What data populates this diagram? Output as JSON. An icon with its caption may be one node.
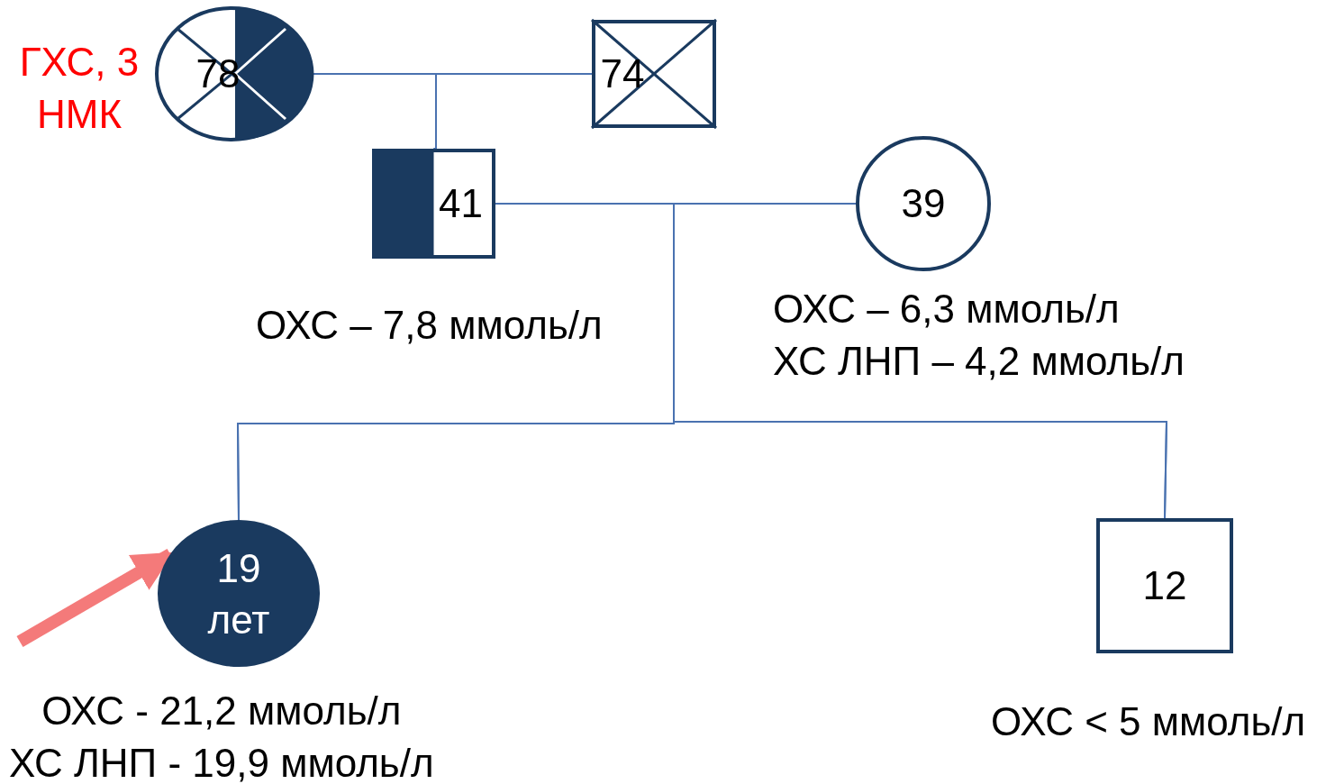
{
  "diagram": {
    "nodes": [
      {
        "text": [
          "78"
        ],
        "beside": [
          "ГХС, 3 НМК"
        ]
      },
      {
        "text": [
          "74"
        ]
      },
      {
        "text": [
          "41"
        ],
        "beside": [
          "ОХС – 7,8 ммоль/л"
        ]
      },
      {
        "text": [
          "39"
        ],
        "beside": [
          "ОХС – 6,3 ммоль/л",
          "ХС ЛНП – 4,2 ммоль/л"
        ]
      },
      {
        "text": [
          "19 лет"
        ],
        "beside": [
          "ОХС - 21,2 ммоль/л",
          "ХС ЛНП - 19,9 ммоль/л"
        ]
      },
      {
        "text": [
          "12"
        ],
        "beside": [
          "ОХС < 5 ммоль/л"
        ]
      }
    ],
    "edges": [
      {
        "from": 0,
        "to": 1,
        "arrow": "none"
      },
      {
        "from": 0,
        "to": 2,
        "arrow": "none"
      },
      {
        "from": 1,
        "to": 2,
        "arrow": "none"
      },
      {
        "from": 2,
        "to": 3,
        "arrow": "none"
      },
      {
        "from": 2,
        "to": 4,
        "arrow": "none"
      },
      {
        "from": 3,
        "to": 4,
        "arrow": "none"
      },
      {
        "from": 2,
        "to": 5,
        "arrow": "none"
      },
      {
        "from": 3,
        "to": 5,
        "arrow": "none"
      },
      {
        "from": null,
        "to": 4,
        "arrow": "to",
        "style": "thick",
        "color": "#f47a7a"
      }
    ]
  }
}
